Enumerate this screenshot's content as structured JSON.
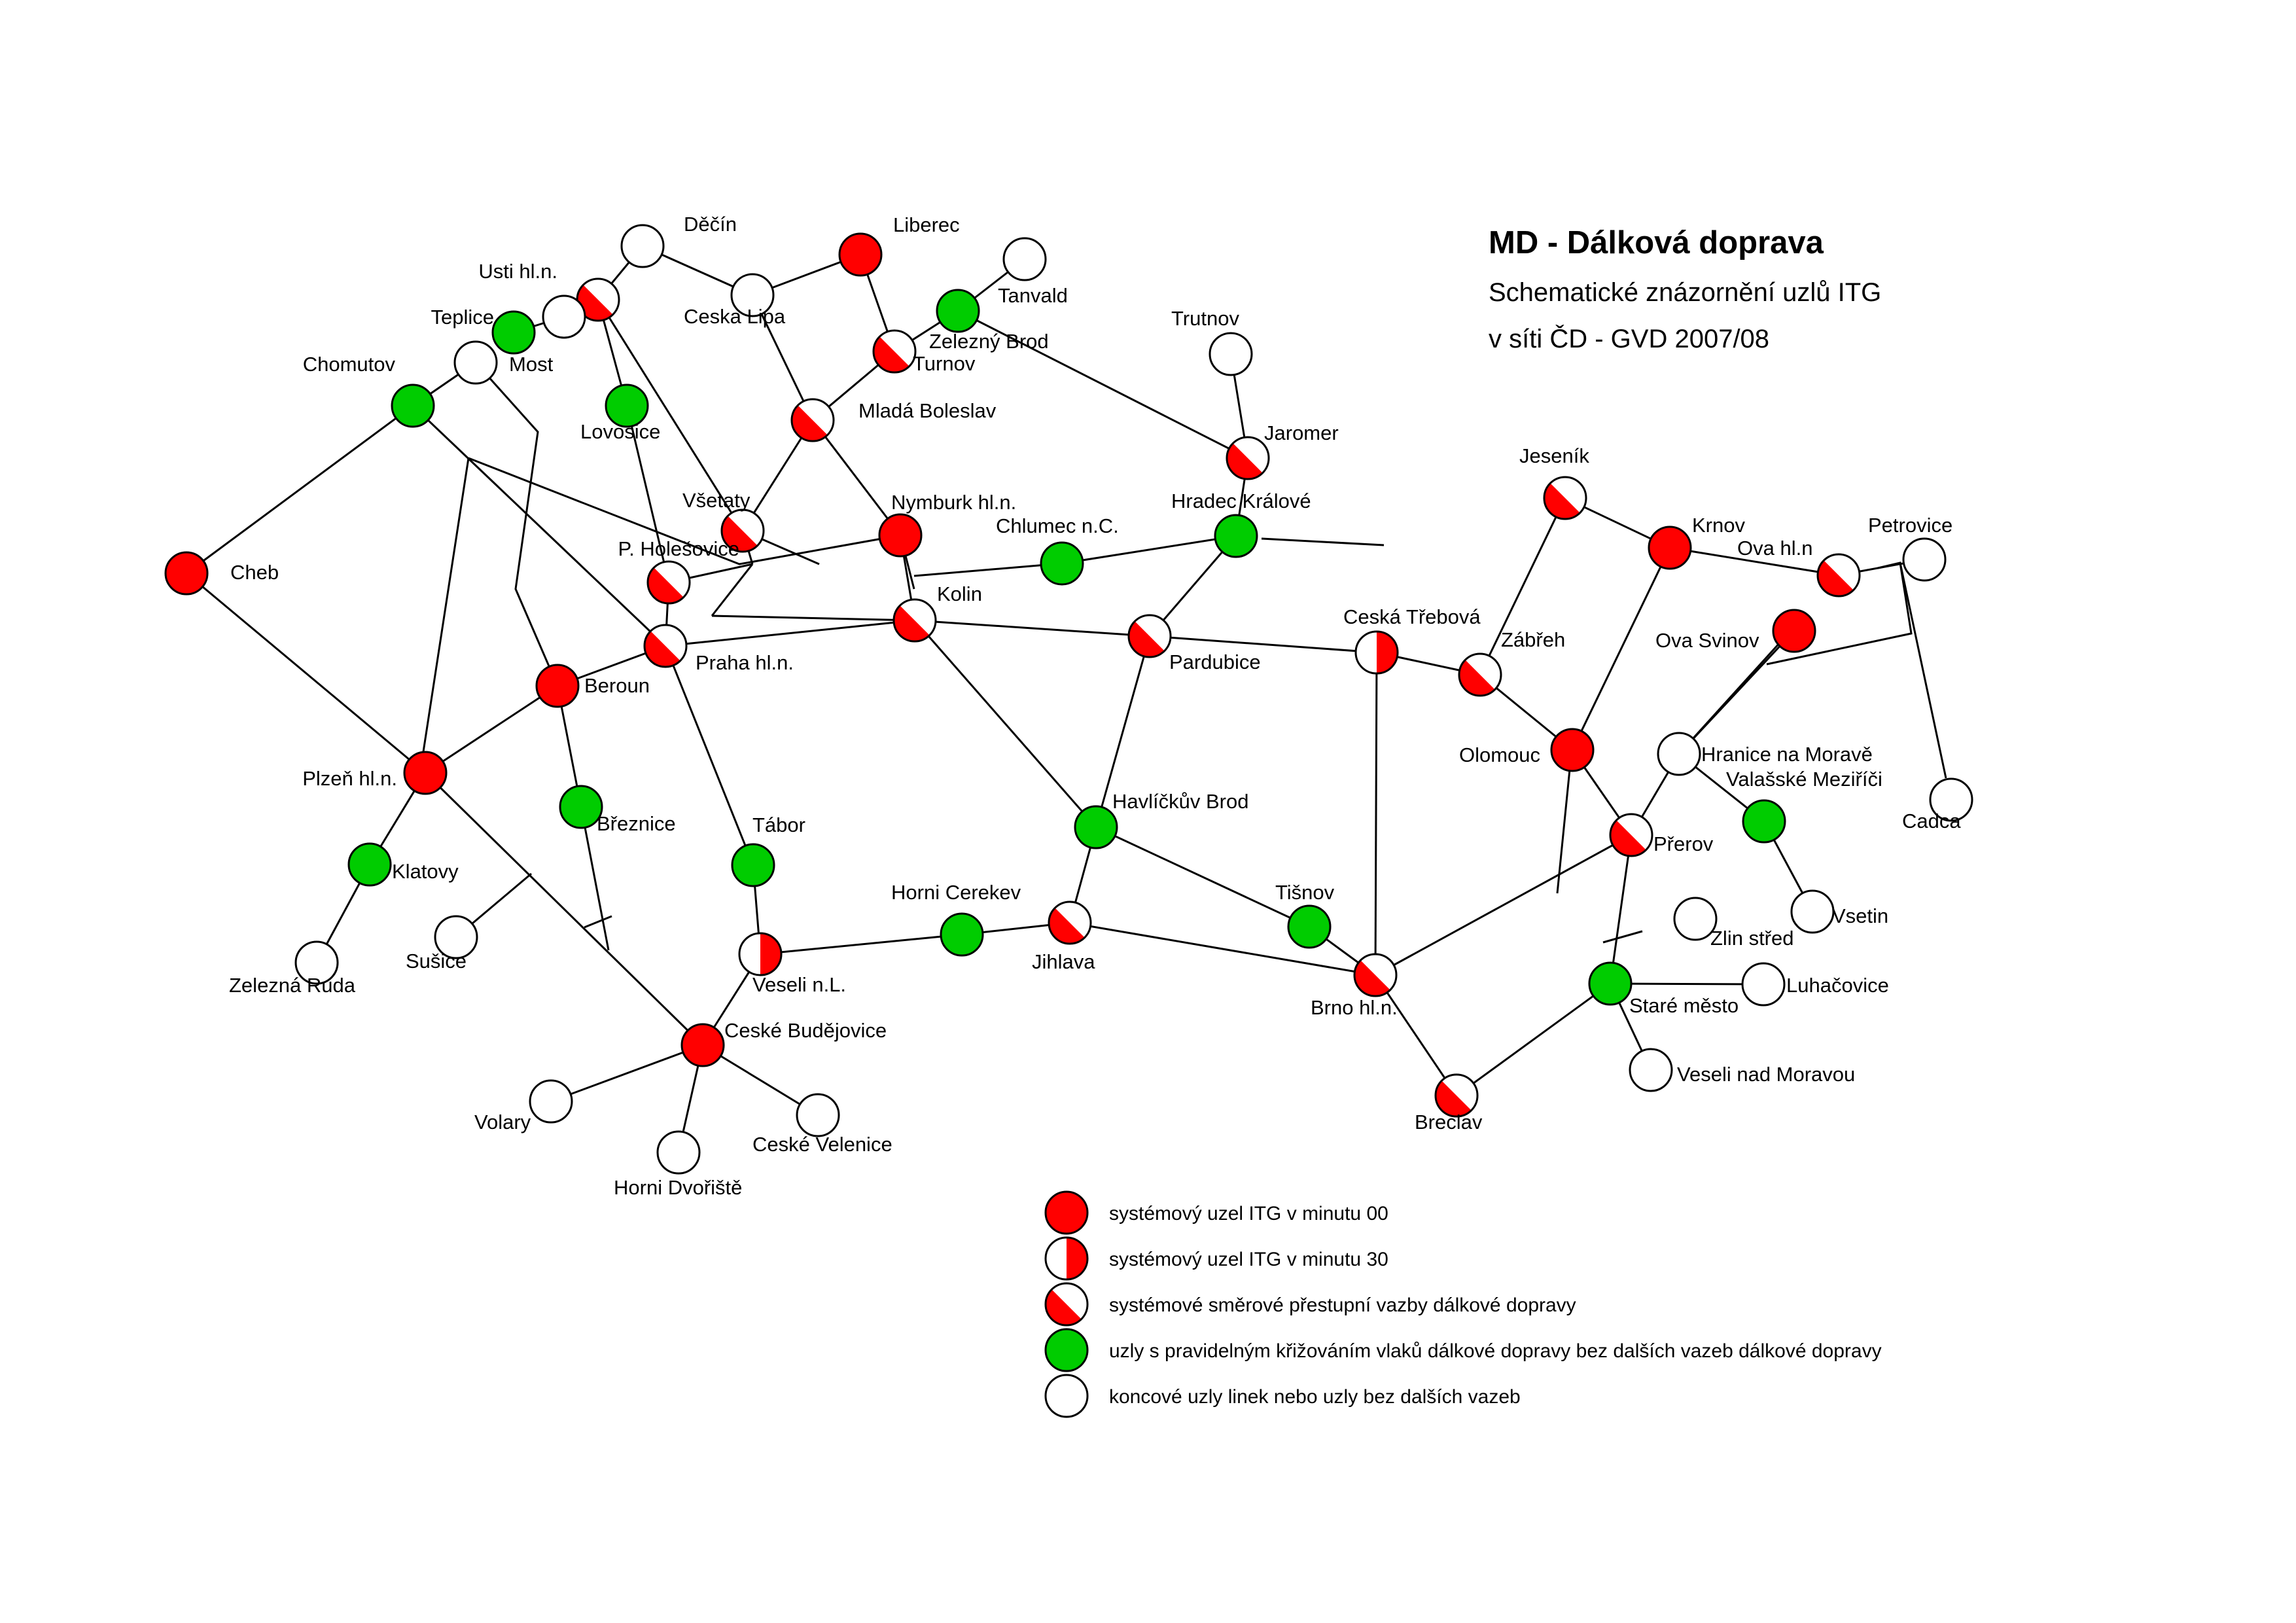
{
  "title": "MD - Dálková doprava",
  "subtitle_line1": "Schematické znázornění uzlů ITG",
  "subtitle_line2": "v síti ČD - GVD 2007/08",
  "colors": {
    "red": "#ff0000",
    "green": "#00cc00",
    "white": "#ffffff",
    "line": "#000000"
  },
  "node_types": {
    "full": "systémový uzel ITG v minutu 00",
    "half": "systémový uzel ITG v minutu 30",
    "diag": "systémové směrové přestupní vazby dálkové dopravy",
    "green": "uzly s pravidelným křižováním vlaků dálkové dopravy bez dalších vazeb dálkové dopravy",
    "white": "koncové uzly linek nebo uzly bez dalších vazeb"
  },
  "nodes": [
    {
      "id": "decin",
      "label": "Děčín",
      "type": "white"
    },
    {
      "id": "liberec",
      "label": "Liberec",
      "type": "full"
    },
    {
      "id": "usti",
      "label": "Usti hl.n.",
      "type": "diag"
    },
    {
      "id": "usti_w",
      "label": "",
      "type": "white"
    },
    {
      "id": "ceska_lipa",
      "label": "Ceska  Lipa",
      "type": "white"
    },
    {
      "id": "tanvald",
      "label": "Tanvald",
      "type": "white"
    },
    {
      "id": "teplice",
      "label": "Teplice",
      "type": "green"
    },
    {
      "id": "zelezny_brod",
      "label": "Zelezný Brod",
      "type": "green"
    },
    {
      "id": "turnov",
      "label": "Turnov",
      "type": "diag"
    },
    {
      "id": "most",
      "label": "Most",
      "type": "white"
    },
    {
      "id": "chomutov",
      "label": "Chomutov",
      "type": "green"
    },
    {
      "id": "trutnov",
      "label": "Trutnov",
      "type": "white"
    },
    {
      "id": "lovosice",
      "label": "Lovosice",
      "type": "green"
    },
    {
      "id": "mlada_boleslav",
      "label": "Mladá Boleslav",
      "type": "diag"
    },
    {
      "id": "jaromer",
      "label": "Jaromer",
      "type": "diag"
    },
    {
      "id": "jesenik",
      "label": "Jeseník",
      "type": "diag"
    },
    {
      "id": "vsetaty",
      "label": "Všetaty",
      "type": "diag"
    },
    {
      "id": "nymburk",
      "label": "Nymburk hl.n.",
      "type": "full"
    },
    {
      "id": "chlumec",
      "label": "Chlumec n.C.",
      "type": "green"
    },
    {
      "id": "hradec",
      "label": "Hradec Králové",
      "type": "green"
    },
    {
      "id": "krnov",
      "label": "Krnov",
      "type": "full"
    },
    {
      "id": "petrovice",
      "label": "Petrovice",
      "type": "white"
    },
    {
      "id": "ova_hln",
      "label": "Ova hl.n",
      "type": "diag"
    },
    {
      "id": "cheb",
      "label": "Cheb",
      "type": "full"
    },
    {
      "id": "holesovice",
      "label": "P. Holešovice",
      "type": "diag"
    },
    {
      "id": "kolin",
      "label": "Kolin",
      "type": "diag"
    },
    {
      "id": "praha",
      "label": "Praha hl.n.",
      "type": "diag"
    },
    {
      "id": "pardubice",
      "label": "Pardubice",
      "type": "diag"
    },
    {
      "id": "ceska_trebova",
      "label": "Ceská Třebová",
      "type": "half"
    },
    {
      "id": "zabreh",
      "label": "Zábřeh",
      "type": "diag"
    },
    {
      "id": "ova_svinov",
      "label": "Ova Svinov",
      "type": "full"
    },
    {
      "id": "beroun",
      "label": "Beroun",
      "type": "full"
    },
    {
      "id": "olomouc",
      "label": "Olomouc",
      "type": "full"
    },
    {
      "id": "hranice",
      "label": "Hranice na Moravě",
      "type": "white"
    },
    {
      "id": "plzen",
      "label": "Plzeň hl.n.",
      "type": "full"
    },
    {
      "id": "val_mezirici",
      "label": "Valašské Meziříči",
      "type": "green"
    },
    {
      "id": "cadca",
      "label": "Cadca",
      "type": "white"
    },
    {
      "id": "havlickuv_brod",
      "label": "Havlíčkův Brod",
      "type": "green"
    },
    {
      "id": "breznice",
      "label": "Březnice",
      "type": "green"
    },
    {
      "id": "tabor",
      "label": "Tábor",
      "type": "green"
    },
    {
      "id": "prerov",
      "label": "Přerov",
      "type": "diag"
    },
    {
      "id": "klatovy",
      "label": "Klatovy",
      "type": "green"
    },
    {
      "id": "vsetin",
      "label": "Vsetin",
      "type": "white"
    },
    {
      "id": "horni_cerekev",
      "label": "Horni Cerekev",
      "type": "green"
    },
    {
      "id": "tisnov",
      "label": "Tišnov",
      "type": "green"
    },
    {
      "id": "zlin",
      "label": "Zlin střed",
      "type": "white"
    },
    {
      "id": "susice",
      "label": "Sušice",
      "type": "white"
    },
    {
      "id": "jihlava",
      "label": "Jihlava",
      "type": "diag"
    },
    {
      "id": "veseli_nl",
      "label": "Veseli n.L.",
      "type": "half"
    },
    {
      "id": "zelezna_ruda",
      "label": "Zelezná  Ruda",
      "type": "white"
    },
    {
      "id": "brno",
      "label": "Brno hl.n.",
      "type": "diag"
    },
    {
      "id": "luhacovice",
      "label": "Luhačovice",
      "type": "white"
    },
    {
      "id": "stare_mesto",
      "label": "Staré město",
      "type": "green"
    },
    {
      "id": "budejovice",
      "label": "Ceské Budějovice",
      "type": "full"
    },
    {
      "id": "veseli_morava",
      "label": "Veseli nad Moravou",
      "type": "white"
    },
    {
      "id": "breclav",
      "label": "Breclav",
      "type": "diag"
    },
    {
      "id": "volary",
      "label": "Volary",
      "type": "white"
    },
    {
      "id": "ceske_velenice",
      "label": "Ceské Velenice",
      "type": "white"
    },
    {
      "id": "horni_dvoriste",
      "label": "Horni Dvořiště",
      "type": "white"
    }
  ]
}
